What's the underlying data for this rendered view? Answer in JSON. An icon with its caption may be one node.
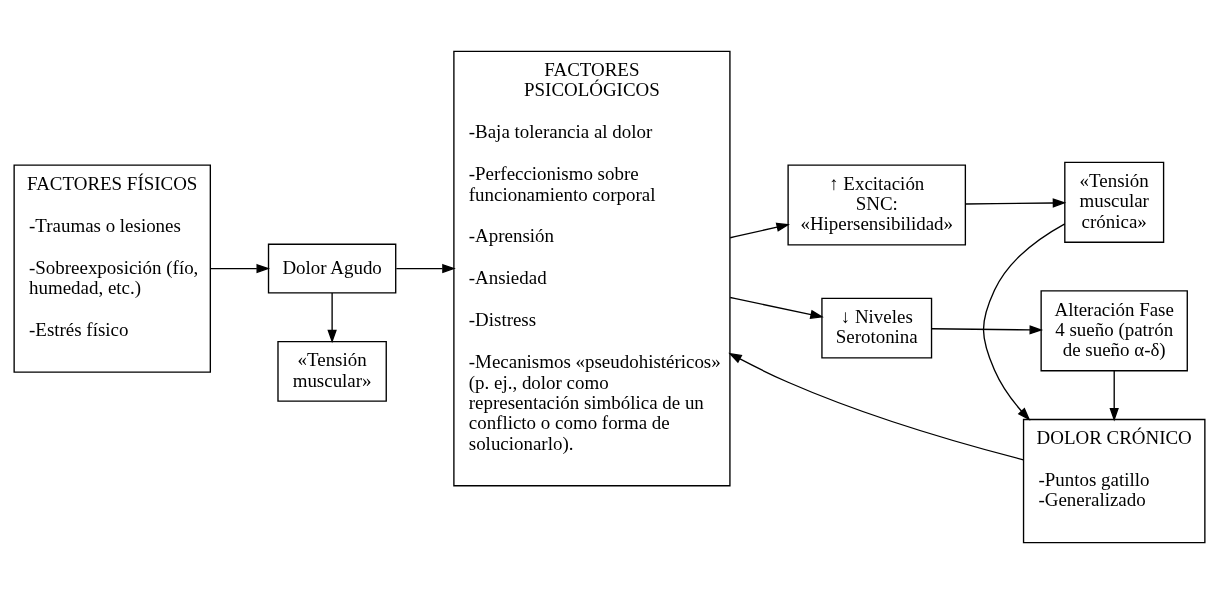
{
  "diagram": {
    "nodes": [
      {
        "text": [
          "FACTORES FÍSICOS",
          "-Traumas o lesiones",
          "-Sobreexposición (fío, humedad, etc.)",
          "-Estrés físico"
        ]
      },
      {
        "text": [
          "Dolor Agudo"
        ]
      },
      {
        "text": [
          "«Tensión muscular»"
        ]
      },
      {
        "text": [
          "FACTORES PSICOLÓGICOS",
          "-Baja tolerancia al dolor",
          "-Perfeccionismo sobre funcionamiento corporal",
          "-Aprensión",
          "-Ansiedad",
          "-Distress",
          "-Mecanismos «pseudohistéricos» (p. ej., dolor como representación simbólica de un conflicto o como forma de solucionarlo)."
        ]
      },
      {
        "text": [
          "↑ Excitación SNC: «Hipersensibilidad»"
        ]
      },
      {
        "text": [
          "«Tensión muscular crónica»"
        ]
      },
      {
        "text": [
          "DOLOR CRÓNICO",
          "-Puntos gatillo -Generalizado"
        ]
      },
      {
        "text": [
          "↓ Niveles Serotonina"
        ]
      },
      {
        "text": [
          "Alteración Fase 4 sueño (patrón de sueño α-δ)"
        ]
      }
    ],
    "edges": [
      {
        "from": 0,
        "to": 1,
        "arrow": "to"
      },
      {
        "from": 1,
        "to": 2,
        "arrow": "to"
      },
      {
        "from": 1,
        "to": 3,
        "arrow": "to"
      },
      {
        "from": 3,
        "to": 4,
        "arrow": "to"
      },
      {
        "from": 4,
        "to": 5,
        "arrow": "to"
      },
      {
        "from": 5,
        "to": 6,
        "arrow": "to"
      },
      {
        "from": 6,
        "to": 3,
        "arrow": "to"
      },
      {
        "from": 3,
        "to": 7,
        "arrow": "to"
      },
      {
        "from": 7,
        "to": 8,
        "arrow": "to"
      },
      {
        "from": 8,
        "to": 6,
        "arrow": "to"
      }
    ]
  }
}
